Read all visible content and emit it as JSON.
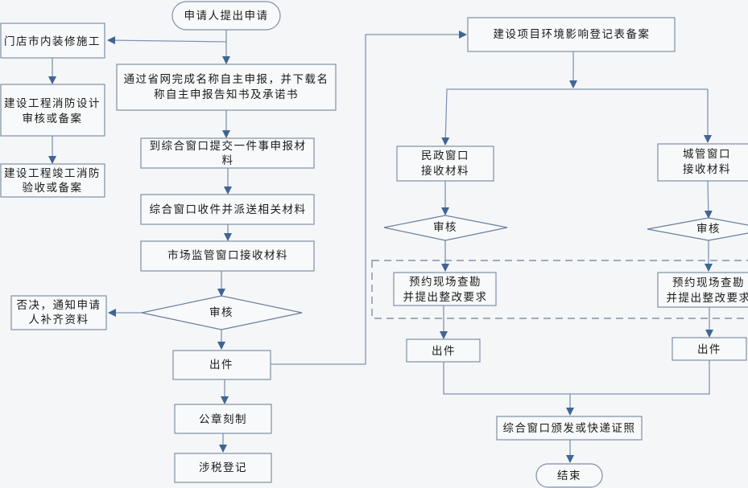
{
  "diagram": {
    "start": "申请人提出申请",
    "left_branch": [
      "门店市内装修施工",
      [
        "建设工程消防设计",
        "审核或备案"
      ],
      [
        "建设工程竣工消防",
        "验收或备案"
      ]
    ],
    "main_steps": {
      "online_declare": [
        "通过省网完成名称自主申报，并下载名",
        "称自主申报告知书及承诺书"
      ],
      "submit_materials": [
        "到综合窗口提交一件事申报材",
        "料"
      ],
      "receive_dispatch": "综合窗口收件并派送相关材料",
      "market_window": "市场监管窗口接收材料",
      "review": "审核",
      "reject": [
        "否决，通知申请",
        "人补齐资料"
      ],
      "issue": "出件",
      "seal": "公章刻制",
      "tax": "涉税登记"
    },
    "right_flow": {
      "env_filing": "建设项目环境影响登记表备案",
      "civil_window": [
        "民政窗口",
        "接收材料"
      ],
      "urban_window": [
        "城管窗口",
        "接收材料"
      ],
      "review_left": "审核",
      "review_right": "审核",
      "inspect_left": [
        "预约现场查勘",
        "并提出整改要求"
      ],
      "inspect_right": [
        "预约现场查勘",
        "并提出整改要求"
      ],
      "issue_left": "出件",
      "issue_right": "出件",
      "license": "综合窗口颁发或快递证照",
      "end": "结束"
    }
  }
}
